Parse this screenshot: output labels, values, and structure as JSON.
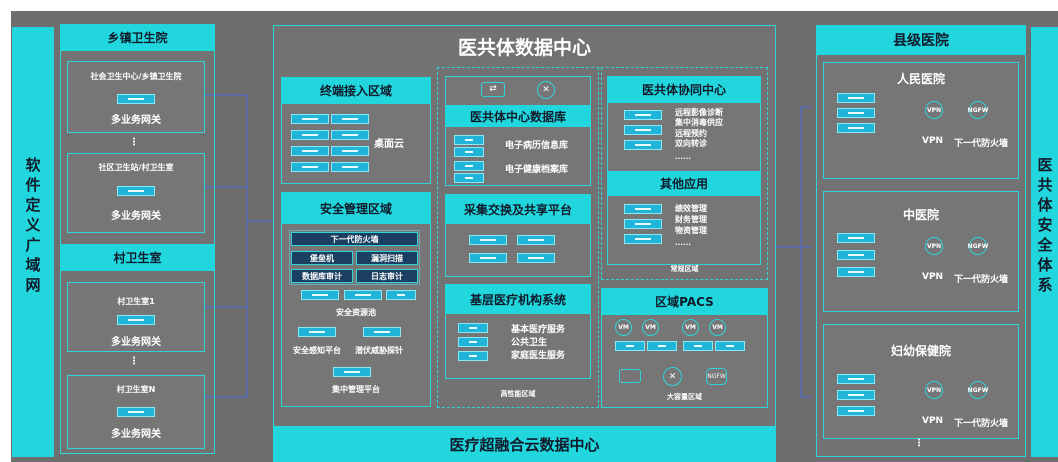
{
  "left_bar": {
    "label": "软件定义广域网"
  },
  "right_bar": {
    "label": "医共体安全体系"
  },
  "town": {
    "title": "乡镇卫生院",
    "box1_label": "社会卫生中心/乡镇卫生院",
    "box1_gateway": "多业务网关",
    "box2_label": "社区卫生站/村卫生室",
    "box2_gateway": "多业务网关",
    "ellipsis": "⋮"
  },
  "village": {
    "title": "村卫生室",
    "box1_label": "村卫生室1",
    "box1_gateway": "多业务网关",
    "box2_label": "村卫生室N",
    "box2_gateway": "多业务网关",
    "ellipsis": "⋮"
  },
  "center": {
    "title": "医共体数据中心",
    "terminal": {
      "title": "终端接入区域",
      "desk": "桌面云"
    },
    "security": {
      "title": "安全管理区域",
      "firewall": "下一代防火墙",
      "bastion": "堡垒机",
      "vuln": "漏洞扫描",
      "db_audit": "数据库审计",
      "log_audit": "日志审计",
      "pool": "安全资源池",
      "sense": "安全感知平台",
      "threat": "潜伏威胁探针",
      "manage": "集中管理平台"
    },
    "db_center": {
      "title": "医共体中心数据库",
      "emr": "电子病历信息库",
      "ehr": "电子健康档案库"
    },
    "exchange": {
      "title": "采集交换及共享平台"
    },
    "primary": {
      "title": "基层医疗机构系统",
      "items": [
        "基本医疗服务",
        "公共卫生",
        "家庭医生服务"
      ],
      "zone": "高性能区域"
    },
    "collab": {
      "title": "医共体协同中心",
      "items": [
        "远程影像诊断",
        "集中消毒供应",
        "远程预约",
        "双向转诊",
        "......"
      ]
    },
    "other": {
      "title": "其他应用",
      "items": [
        "绩效管理",
        "财务管理",
        "物资管理",
        "......"
      ],
      "zone": "常规区域"
    },
    "pacs": {
      "title": "区域PACS",
      "zone": "大容量区域",
      "vm": "VM",
      "ngfw": "NGFW"
    }
  },
  "county": {
    "title": "县级医院",
    "vpn": "VPN",
    "fw": "下一代防火墙",
    "ngfw": "NGFW",
    "hospitals": [
      "人民医院",
      "中医院",
      "妇幼保健院"
    ],
    "ellipsis": "⋮"
  },
  "bottom": {
    "title": "医疗超融合云数据中心"
  },
  "colors": {
    "background": "#6e6e6e",
    "accent": "#22d6dd",
    "server": "#1fb4d8",
    "line": "#4a6ad6"
  }
}
